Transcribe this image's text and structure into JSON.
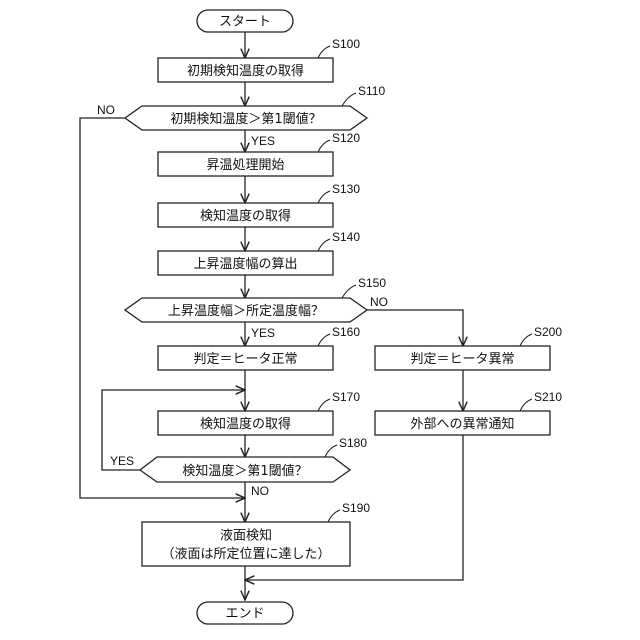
{
  "flowchart": {
    "start": {
      "text": "スタート"
    },
    "end": {
      "text": "エンド"
    },
    "steps": [
      {
        "id": "S100",
        "text": "初期検知温度の取得"
      },
      {
        "id": "S110",
        "text": "初期検知温度＞第1閾値？"
      },
      {
        "id": "S120",
        "text": "昇温処理開始"
      },
      {
        "id": "S130",
        "text": "検知温度の取得"
      },
      {
        "id": "S140",
        "text": "上昇温度幅の算出"
      },
      {
        "id": "S150",
        "text": "上昇温度幅＞所定温度幅？"
      },
      {
        "id": "S160",
        "text": "判定＝ヒータ正常"
      },
      {
        "id": "S170",
        "text": "検知温度の取得"
      },
      {
        "id": "S180",
        "text": "検知温度＞第1閾値？"
      },
      {
        "id": "S190",
        "line1": "液面検知",
        "line2": "（液面は所定位置に達した）"
      },
      {
        "id": "S200",
        "text": "判定＝ヒータ異常"
      },
      {
        "id": "S210",
        "text": "外部への異常通知"
      }
    ],
    "branch_labels": {
      "s110_yes": "YES",
      "s110_no": "NO",
      "s150_yes": "YES",
      "s150_no": "NO",
      "s180_yes": "YES",
      "s180_no": "NO"
    }
  }
}
